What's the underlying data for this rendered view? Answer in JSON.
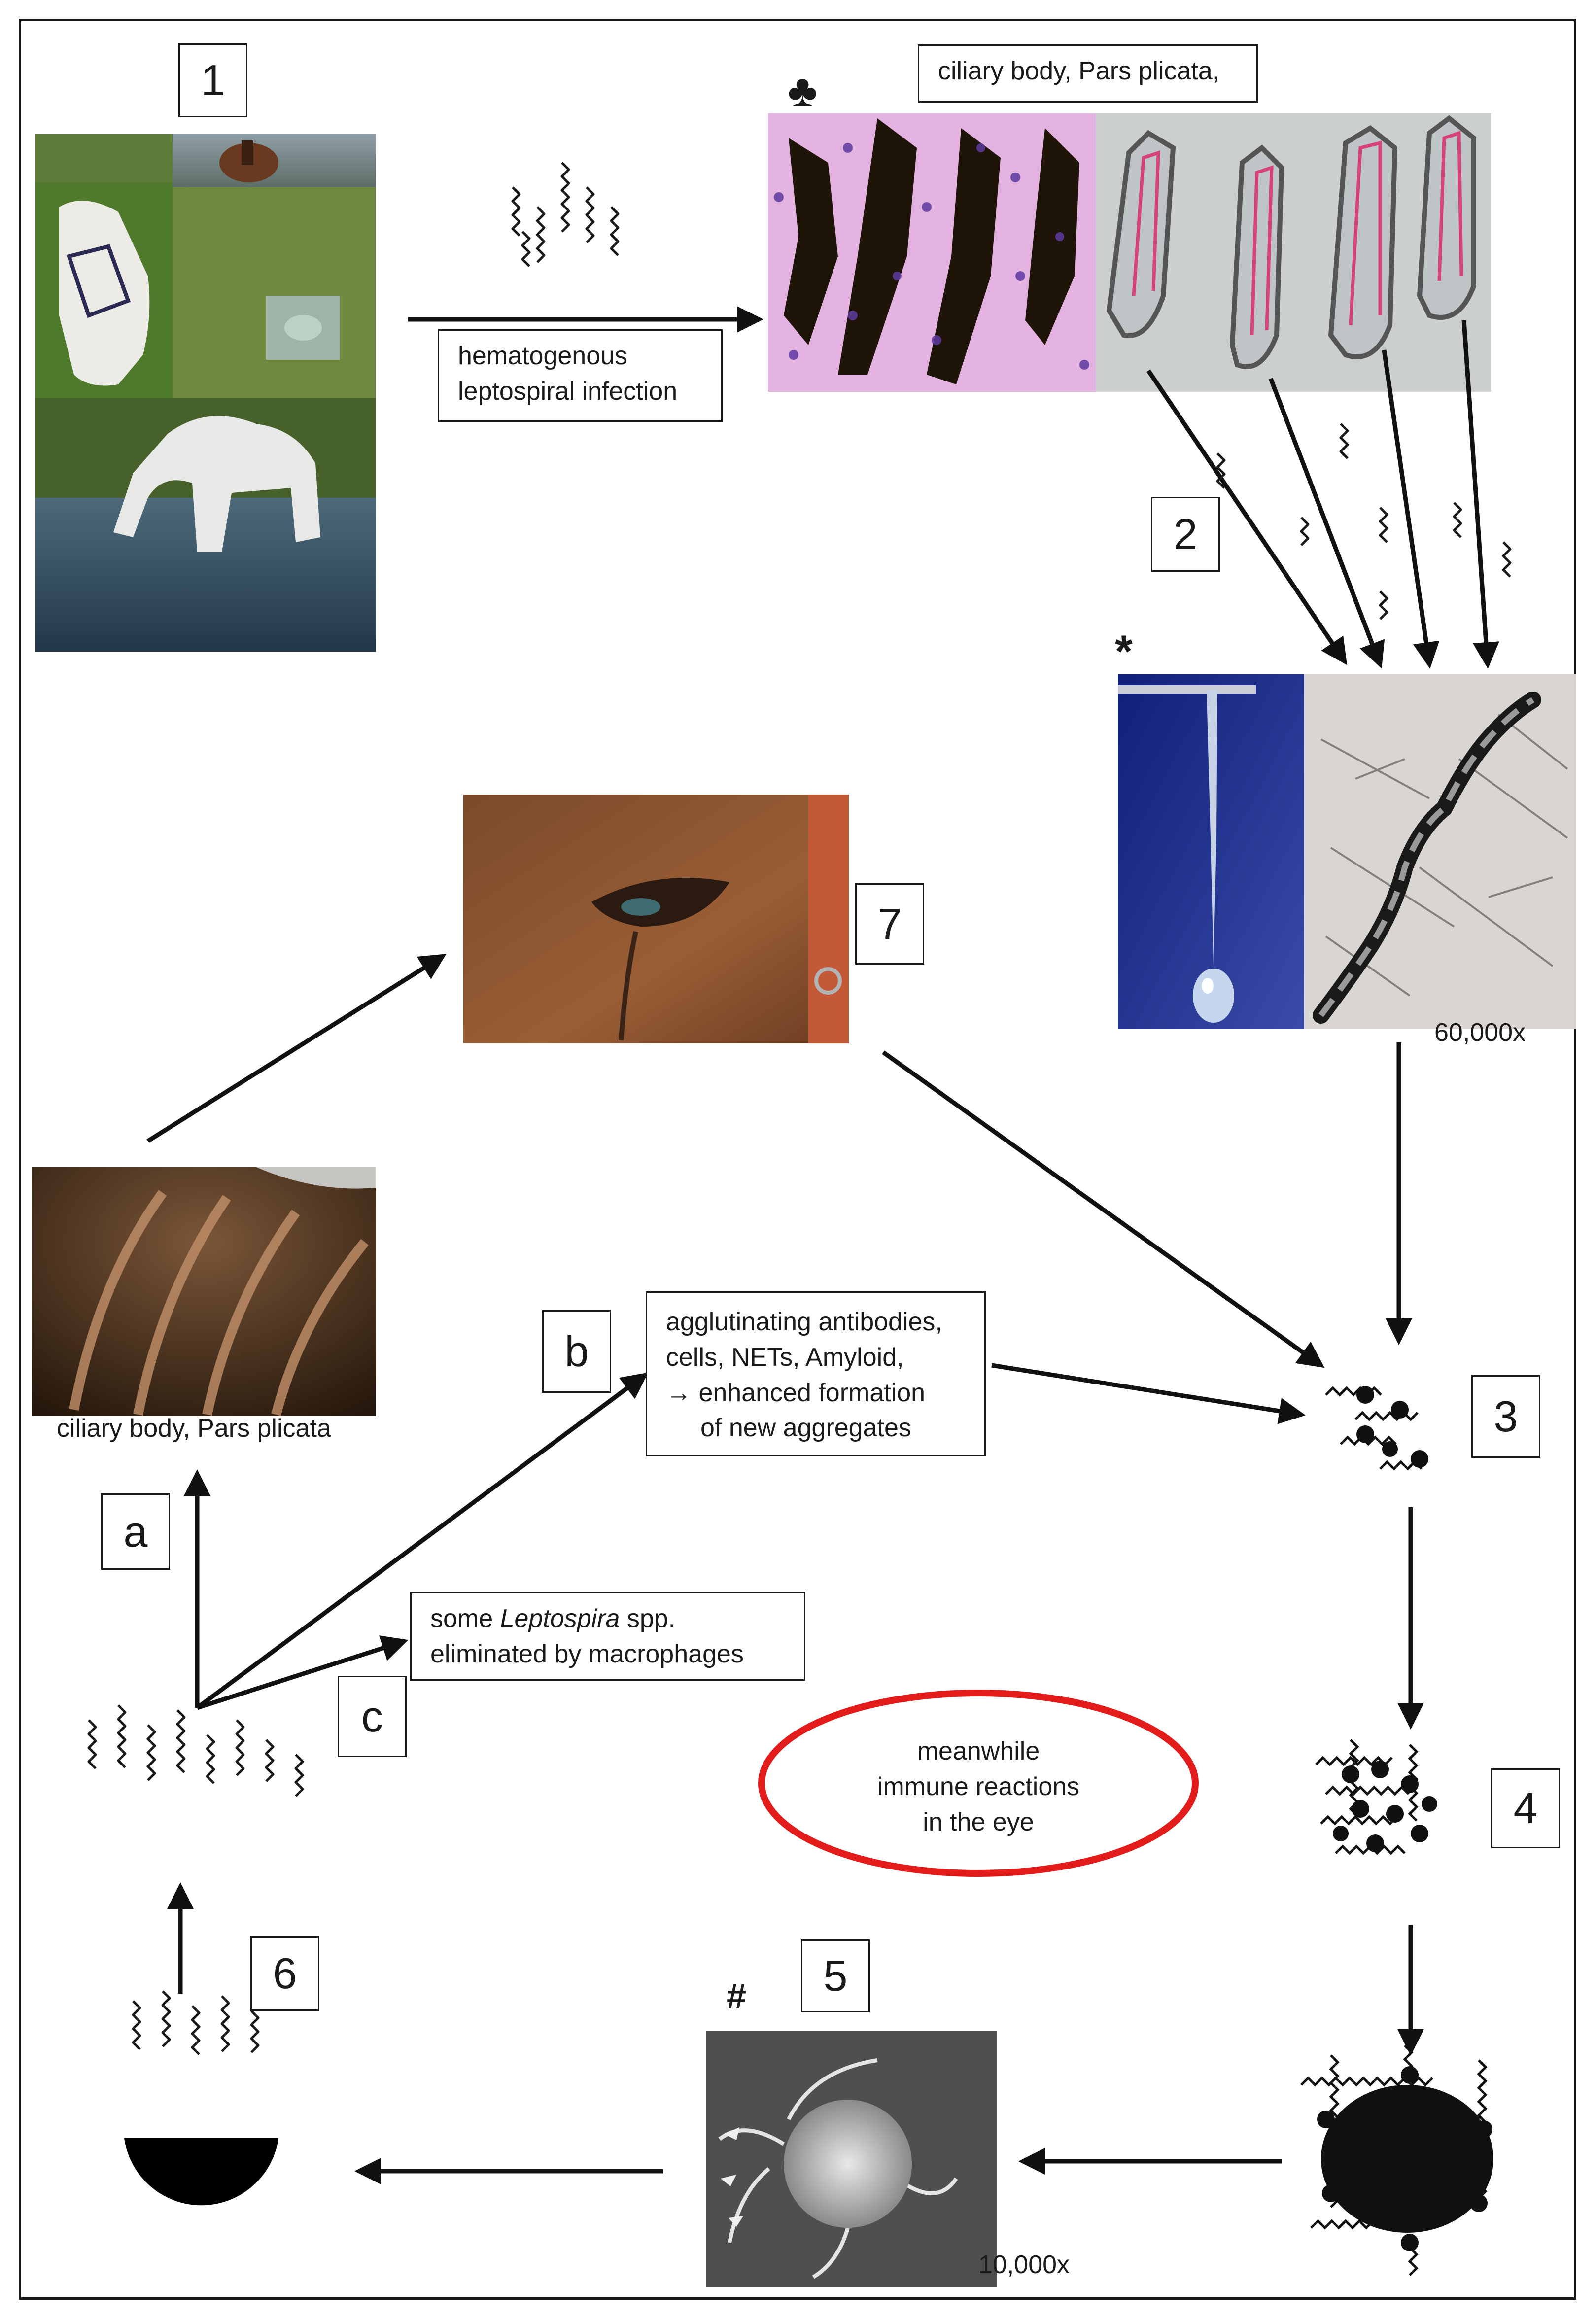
{
  "step_numbers": {
    "s1": "1",
    "s2": "2",
    "s3": "3",
    "s4": "4",
    "s5": "5",
    "s6": "6",
    "s7": "7",
    "sa": "a",
    "sb": "b",
    "sc": "c"
  },
  "labels": {
    "ciliary_top": "ciliary body, Pars plicata,",
    "infection_line1": "hematogenous",
    "infection_line2": "leptospiral infection",
    "ciliary_bottom": "ciliary body, Pars plicata",
    "mag_60000": "60,000x",
    "mag_10000": "10,000x",
    "agg_line1": "agglutinating antibodies,",
    "agg_line2": "cells, NETs, Amyloid,",
    "agg_line3": "→ enhanced formation",
    "agg_line4": "of new aggregates",
    "elim_pre": "some ",
    "elim_italic": "Leptospira",
    "elim_post": " spp.",
    "elim_line2": "eliminated by macrophages",
    "immune_line1": "meanwhile",
    "immune_line2": "immune reactions",
    "immune_line3": "in the eye"
  },
  "markers": {
    "club": "♣",
    "asterisk": "*",
    "hash": "#"
  },
  "colors": {
    "ellipse": "#e21b1b",
    "he_pink": "#d98ad8",
    "pigment": "#1f1408",
    "blue_bg": "#1c2a8e",
    "horse_brown": "#8a5532"
  }
}
